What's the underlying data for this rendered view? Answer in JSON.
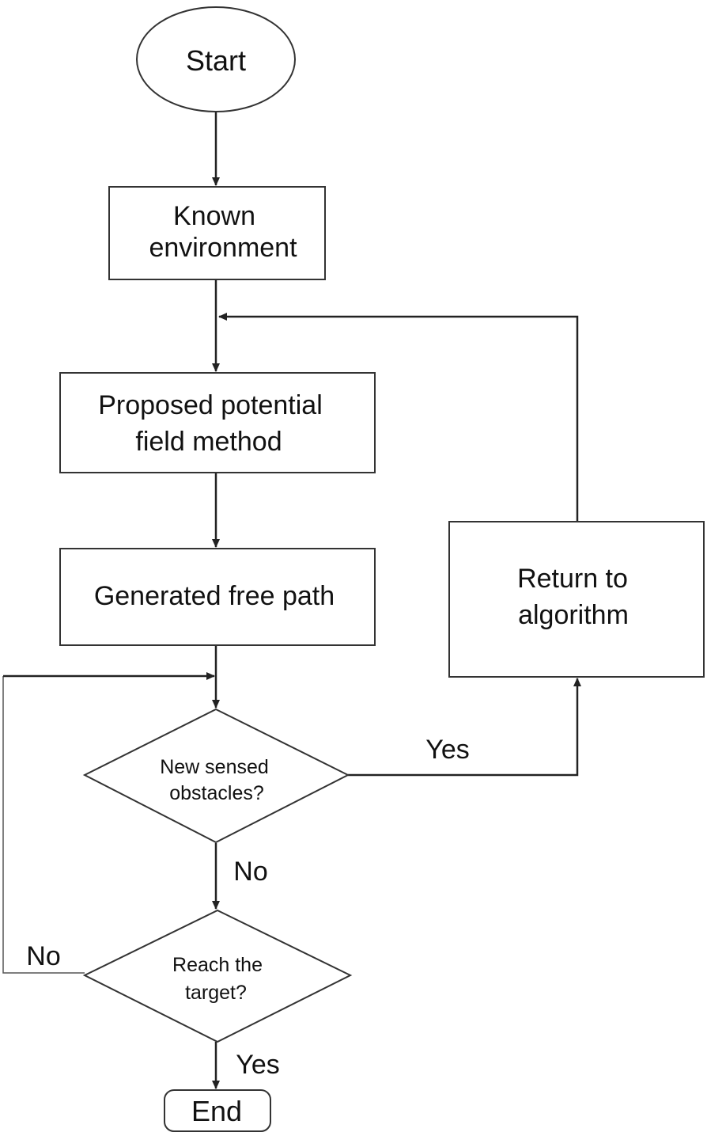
{
  "nodes": {
    "start": "Start",
    "known_env": [
      "Known",
      "environment"
    ],
    "proposed": [
      "Proposed potential",
      "field method"
    ],
    "generated": "Generated free path",
    "return_algo": [
      "Return to",
      "algorithm"
    ],
    "new_sensed": [
      "New sensed",
      "obstacles?"
    ],
    "reach_target": [
      "Reach the",
      "target?"
    ],
    "end": "End"
  },
  "edge_labels": {
    "sensed_yes": "Yes",
    "sensed_no": "No",
    "target_no": "No",
    "target_yes": "Yes"
  },
  "colors": {
    "stroke": "#333333",
    "text": "#111111",
    "background": "#ffffff"
  }
}
